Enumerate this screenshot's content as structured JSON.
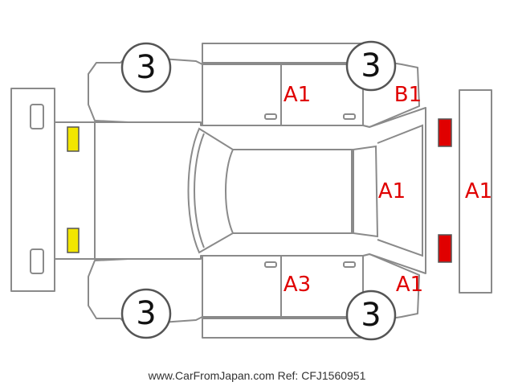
{
  "colors": {
    "outline": "#8a8a8a",
    "damage_code": "#e00000",
    "front_lamps": "#f2e600",
    "rear_lamps": "#e00000"
  },
  "wheels": {
    "front_left": "3",
    "rear_left": "3",
    "front_right": "3",
    "rear_right": "3"
  },
  "damage": {
    "upper_door": "A1",
    "upper_rear_quarter": "B1",
    "rear_glass": "A1",
    "rear_bumper": "A1",
    "lower_door": "A3",
    "lower_rear_quarter": "A1"
  },
  "footer": {
    "credit": "www.CarFromJapan.com Ref: CFJ1560951"
  }
}
